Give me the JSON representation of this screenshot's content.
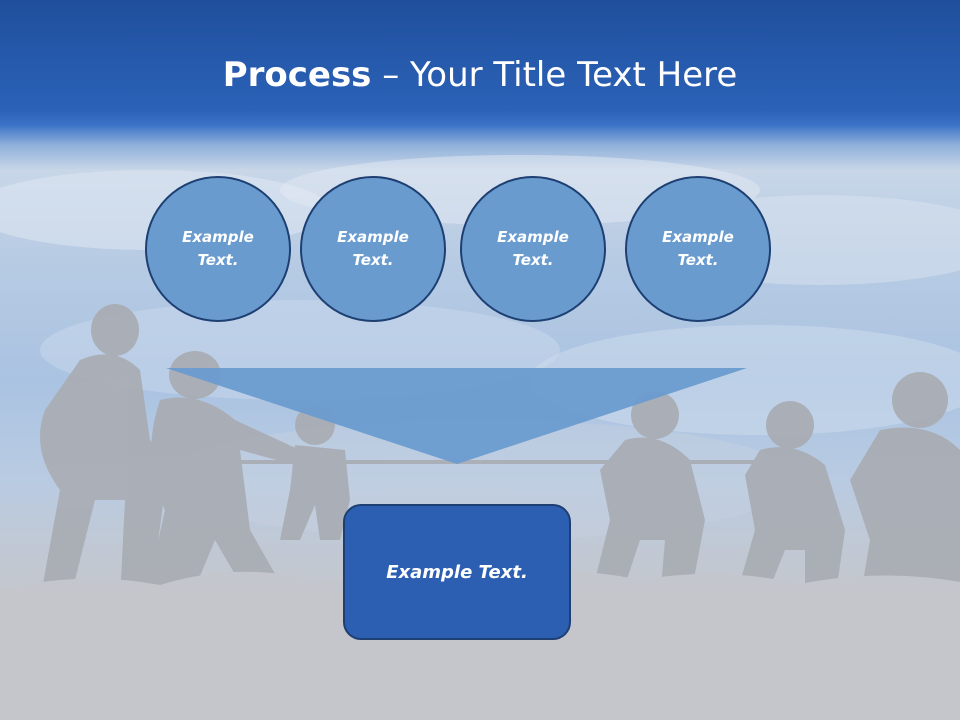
{
  "title": {
    "bold": "Process",
    "rest": " – Your Title Text Here"
  },
  "circles": [
    {
      "label": "Example Text."
    },
    {
      "label": "Example Text."
    },
    {
      "label": "Example Text."
    },
    {
      "label": "Example Text."
    }
  ],
  "result": {
    "label": "Example Text."
  },
  "colors": {
    "header": "#2b62b8",
    "circle_fill": "#6a9bcf",
    "box_fill": "#2c5fb2",
    "outline": "#1d3f72",
    "silhouette": "#a9acb3"
  }
}
